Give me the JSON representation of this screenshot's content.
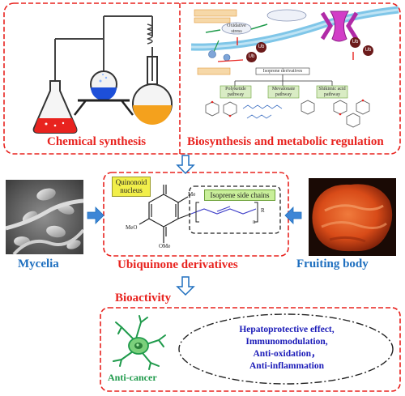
{
  "top_left": {
    "label": "Chemical synthesis"
  },
  "top_right": {
    "label": "Biosynthesis and metabolic regulation"
  },
  "pathway": {
    "oxidative_stress": "Oxidative stress",
    "isoprene_derivatives": "Isoprene derivatives",
    "p1": "Polyketide pathway",
    "p2": "Mevalonate pathway",
    "p3": "Shikimic acid pathway",
    "ub": "Ub"
  },
  "center": {
    "label": "Ubiquinone derivatives",
    "quinonoid_nucleus": "Quinonoid nucleus",
    "isoprene_side_chains": "Isoprene side chains",
    "me": "Me",
    "meo": "MeO",
    "ome": "OMe",
    "r": "R",
    "n": "n"
  },
  "left": {
    "label": "Mycelia"
  },
  "right": {
    "label": "Fruiting body"
  },
  "bioactivity": {
    "label": "Bioactivity",
    "anti_cancer": "Anti-cancer",
    "effects": [
      "Hepatoprotective effect,",
      "Immunomodulation,",
      "Anti-oxidation，",
      "Anti-inflammation"
    ]
  },
  "colors": {
    "red": "#e8231f",
    "blue": "#1e6fbf",
    "navy": "#1a1ab8"
  }
}
